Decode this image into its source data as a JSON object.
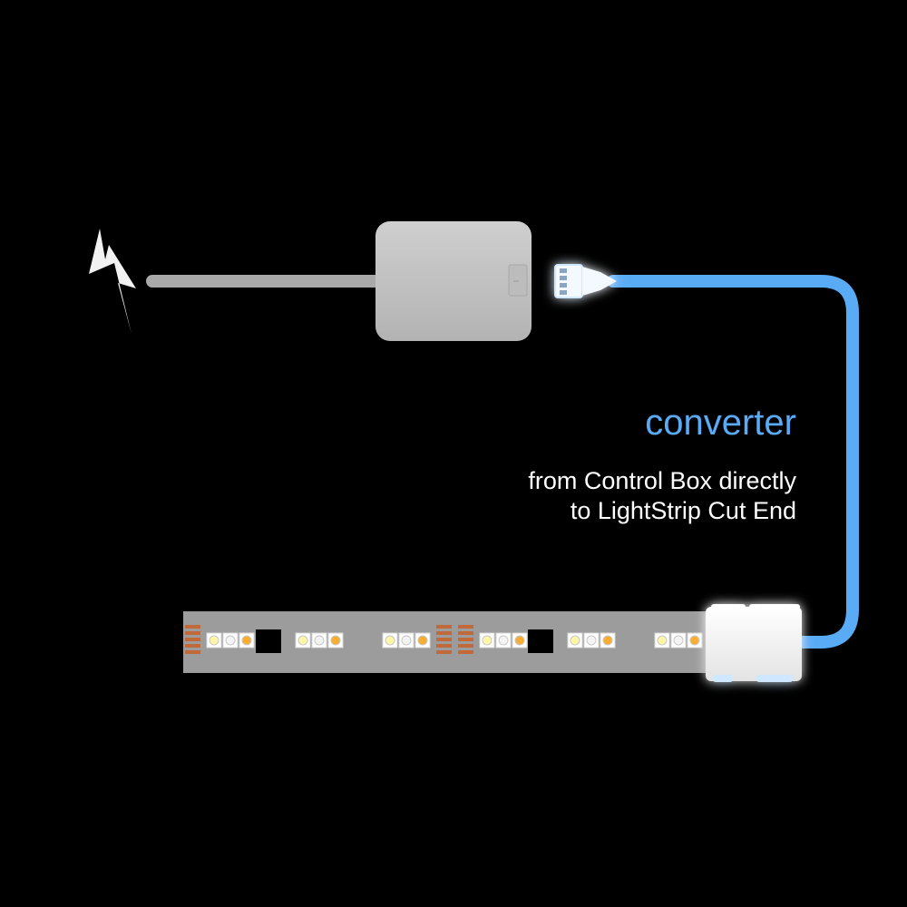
{
  "caption": {
    "title": "converter",
    "line1": "from Control Box directly",
    "line2": "to LightStrip Cut End"
  },
  "colors": {
    "background": "#000000",
    "accent": "#5aabf5",
    "glow": "#b8e0ff",
    "box": "#c2c2c2",
    "strip": "#9c9c9c",
    "power_cord": "#a9a9a9",
    "pads": "#c2693b"
  },
  "icons": {
    "power": "lightning-bolt-icon",
    "box_port": "usb-port-icon",
    "plug": "connector-plug-icon",
    "clip": "strip-clip-connector"
  }
}
